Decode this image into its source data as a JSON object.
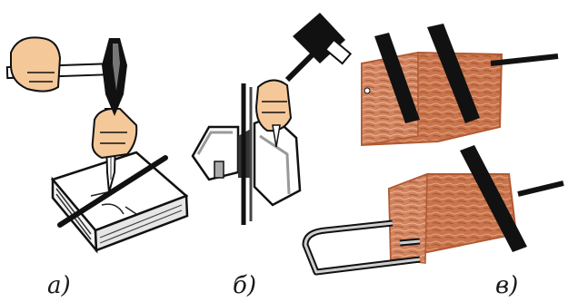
{
  "captions": {
    "panel_a": "а)",
    "panel_b": "б)",
    "panel_c": "в)"
  },
  "colors": {
    "ink": "#111111",
    "skin": "#f5c89a",
    "block": "#bd6a43",
    "metal_gray": "#b8b8b8"
  }
}
